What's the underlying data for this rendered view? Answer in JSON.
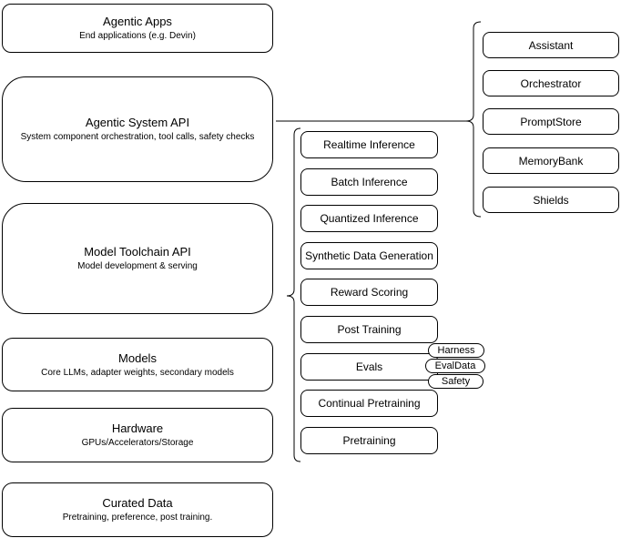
{
  "diagram": {
    "left_column": [
      {
        "title": "Agentic Apps",
        "subtitle": "End applications (e.g. Devin)"
      },
      {
        "title": "Agentic System API",
        "subtitle": "System component orchestration, tool calls, safety checks"
      },
      {
        "title": "Model Toolchain API",
        "subtitle": "Model development & serving"
      },
      {
        "title": "Models",
        "subtitle": "Core LLMs, adapter weights, secondary models"
      },
      {
        "title": "Hardware",
        "subtitle": "GPUs/Accelerators/Storage"
      },
      {
        "title": "Curated Data",
        "subtitle": "Pretraining, preference, post training."
      }
    ],
    "toolchain_items": [
      {
        "label": "Realtime Inference"
      },
      {
        "label": "Batch Inference"
      },
      {
        "label": "Quantized Inference"
      },
      {
        "label": "Synthetic Data Generation"
      },
      {
        "label": "Reward Scoring"
      },
      {
        "label": "Post Training"
      },
      {
        "label": "Evals"
      },
      {
        "label": "Continual Pretraining"
      },
      {
        "label": "Pretraining"
      }
    ],
    "eval_badges": [
      {
        "label": "Harness"
      },
      {
        "label": "EvalData"
      },
      {
        "label": "Safety"
      }
    ],
    "system_components": [
      {
        "label": "Assistant"
      },
      {
        "label": "Orchestrator"
      },
      {
        "label": "PromptStore"
      },
      {
        "label": "MemoryBank"
      },
      {
        "label": "Shields"
      }
    ],
    "colors": {
      "stroke": "#000000",
      "fill": "#ffffff",
      "text": "#000000"
    }
  }
}
